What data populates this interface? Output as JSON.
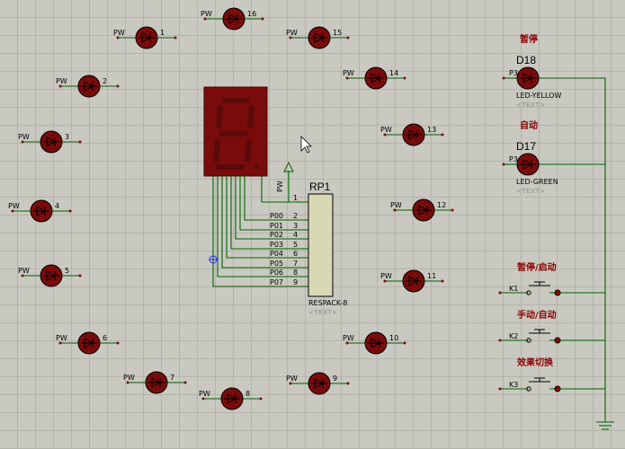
{
  "ring_leds": [
    {
      "num": "1",
      "pw": "PW"
    },
    {
      "num": "2",
      "pw": "PW"
    },
    {
      "num": "3",
      "pw": "PW"
    },
    {
      "num": "4",
      "pw": "PW"
    },
    {
      "num": "5",
      "pw": "PW"
    },
    {
      "num": "6",
      "pw": "PW"
    },
    {
      "num": "7",
      "pw": "PW"
    },
    {
      "num": "8",
      "pw": "PW"
    },
    {
      "num": "9",
      "pw": "PW"
    },
    {
      "num": "10",
      "pw": "PW"
    },
    {
      "num": "11",
      "pw": "PW"
    },
    {
      "num": "12",
      "pw": "PW"
    },
    {
      "num": "13",
      "pw": "PW"
    },
    {
      "num": "14",
      "pw": "PW"
    },
    {
      "num": "15",
      "pw": "PW"
    },
    {
      "num": "16",
      "pw": "PW"
    }
  ],
  "rp1": {
    "ref": "RP1",
    "part": "RESPACK-8",
    "text": "<TEXT>",
    "pin_numbers": [
      "1",
      "2",
      "3",
      "4",
      "5",
      "6",
      "7",
      "8",
      "9"
    ],
    "nets": [
      "P00",
      "P01",
      "P02",
      "P03",
      "P04",
      "P05",
      "P06",
      "P07"
    ],
    "power_label": "PW"
  },
  "status_leds": [
    {
      "title": "暂停",
      "ref": "D18",
      "pin": "P3",
      "part": "LED-YELLOW",
      "text": "<TEXT>"
    },
    {
      "title": "自动",
      "ref": "D17",
      "pin": "P3",
      "part": "LED-GREEN",
      "text": "<TEXT>"
    }
  ],
  "keys": [
    {
      "title": "暂停/启动",
      "ref": "K1"
    },
    {
      "title": "手动/自动",
      "ref": "K2"
    },
    {
      "title": "效果切换",
      "ref": "K3"
    }
  ]
}
